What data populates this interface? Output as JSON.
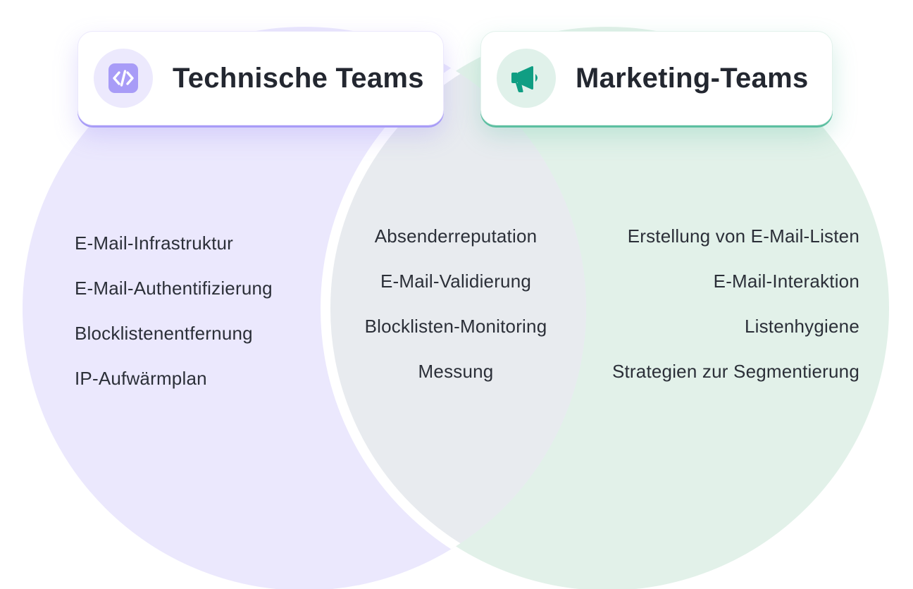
{
  "colors": {
    "technical_circle": "#ebe8fd",
    "marketing_circle": "#e2f1e9",
    "overlap": "#e8ebef",
    "technical_accent": "#a89cf7",
    "marketing_accent": "#109e83",
    "text": "#2b2f38"
  },
  "technical": {
    "title": "Technische Teams",
    "icon": "code-icon",
    "items": [
      "E-Mail-Infrastruktur",
      "E-Mail-Authentifizierung",
      "Blocklistenentfernung",
      "IP-Aufwärmplan"
    ]
  },
  "shared": {
    "items": [
      "Absenderreputation",
      "E-Mail-Validierung",
      "Blocklisten-Monitoring",
      "Messung"
    ]
  },
  "marketing": {
    "title": "Marketing-Teams",
    "icon": "megaphone-icon",
    "items": [
      "Erstellung von E-Mail-Listen",
      "E-Mail-Interaktion",
      "Listenhygiene",
      "Strategien zur Segmentierung"
    ]
  }
}
